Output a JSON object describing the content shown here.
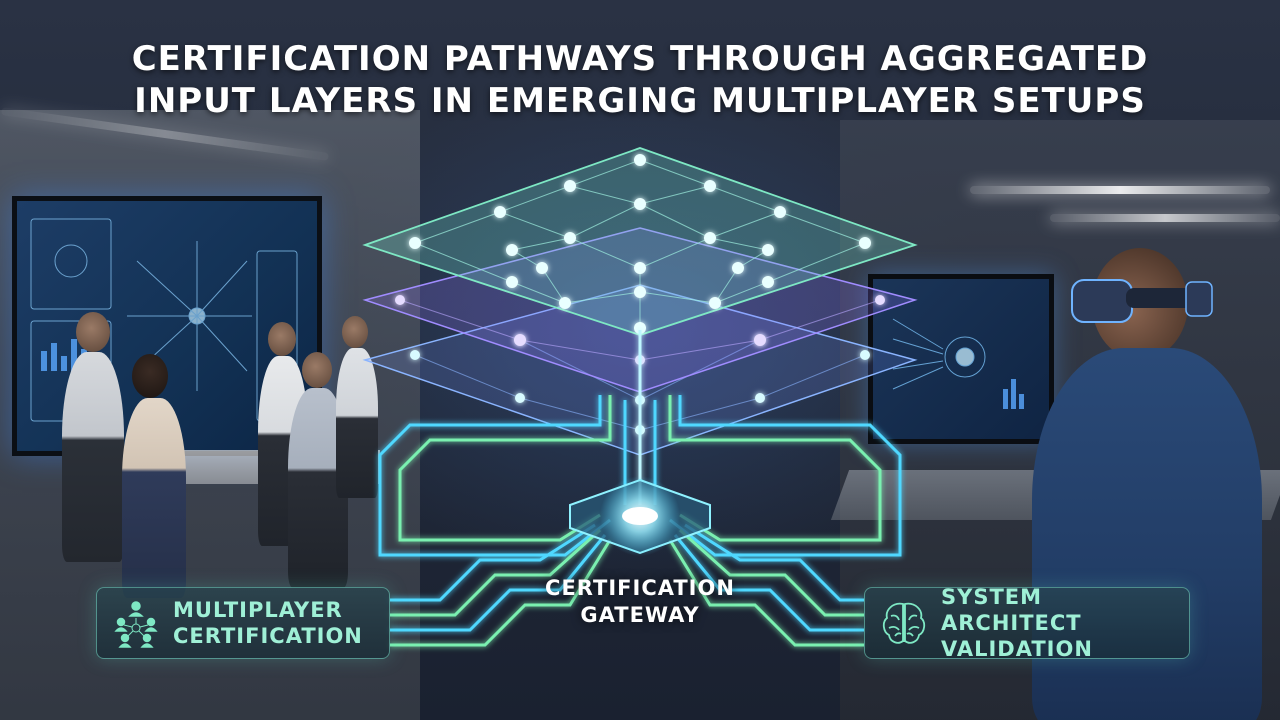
{
  "title": {
    "line1": "CERTIFICATION PATHWAYS THROUGH AGGREGATED",
    "line2": "INPUT LAYERS IN EMERGING MULTIPLAYER SETUPS"
  },
  "gateway": {
    "line1": "CERTIFICATION",
    "line2": "GATEWAY"
  },
  "cards": {
    "left": {
      "line1": "MULTIPLAYER",
      "line2": "CERTIFICATION",
      "icon": "team-network-icon"
    },
    "right": {
      "line1": "SYSTEM ARCHITECT",
      "line2": "VALIDATION",
      "icon": "brain-circuit-icon"
    }
  },
  "colors": {
    "title_text": "#ffffff",
    "card_text": "#9ff0d6",
    "layer_green": "#7ee8c4",
    "layer_blue": "#8ab4ff",
    "layer_purple": "#a08cff",
    "path_cyan": "#4fd8ff",
    "path_green": "#7af0b0",
    "node_glow": "#d8fbff"
  }
}
